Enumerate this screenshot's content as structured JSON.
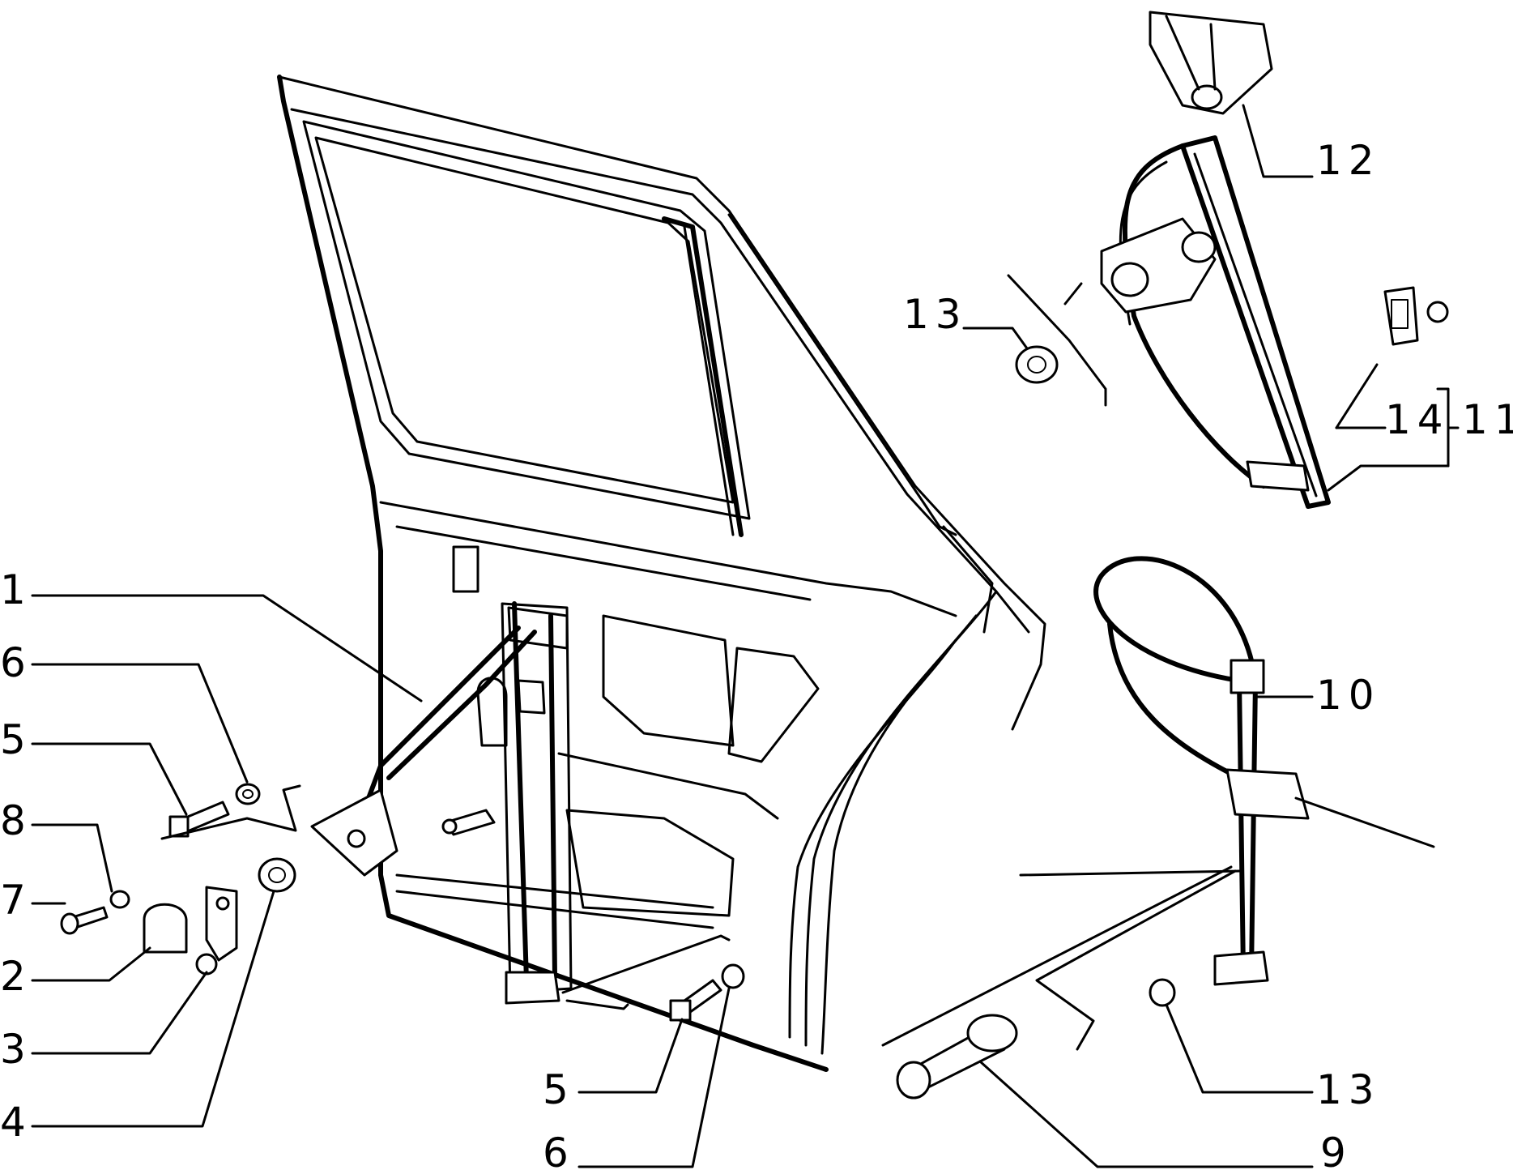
{
  "diagram": {
    "callouts": [
      {
        "id": "c1",
        "label": "1"
      },
      {
        "id": "c6a",
        "label": "6"
      },
      {
        "id": "c5a",
        "label": "5"
      },
      {
        "id": "c8",
        "label": "8"
      },
      {
        "id": "c7",
        "label": "7"
      },
      {
        "id": "c2",
        "label": "2"
      },
      {
        "id": "c3",
        "label": "3"
      },
      {
        "id": "c4",
        "label": "4"
      },
      {
        "id": "c5b",
        "label": "5"
      },
      {
        "id": "c6b",
        "label": "6"
      },
      {
        "id": "c9",
        "label": "9"
      },
      {
        "id": "c13a",
        "label": "13"
      },
      {
        "id": "c13b",
        "label": "13"
      },
      {
        "id": "c10",
        "label": "10"
      },
      {
        "id": "c12",
        "label": "12"
      },
      {
        "id": "c14",
        "label": "14"
      },
      {
        "id": "c11",
        "label": "11"
      }
    ]
  }
}
